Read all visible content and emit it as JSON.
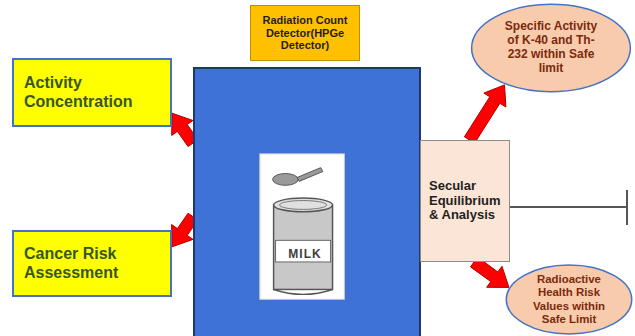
{
  "diagram": {
    "nodes": [
      {
        "text": [
          "Activity Concentration"
        ]
      },
      {
        "text": [
          "Radiation Count Detector(HPGe Detector)"
        ]
      },
      {
        "text": [
          "Specific Activity of K-40 and Th-232 within Safe limit"
        ]
      },
      {
        "text": [
          "MILK"
        ]
      },
      {
        "text": [
          "Secular Equilibrium & Analysis"
        ]
      },
      {
        "text": [
          "Cancer Risk Assessment"
        ]
      },
      {
        "text": [
          "Radioactive Health Risk Values within Safe Limit"
        ]
      }
    ],
    "edges": [
      {
        "from": 3,
        "to": 0,
        "arrow": "to"
      },
      {
        "from": 3,
        "to": 5,
        "arrow": "to"
      },
      {
        "from": 4,
        "to": 2,
        "arrow": "to"
      },
      {
        "from": 4,
        "to": 6,
        "arrow": "to"
      }
    ]
  }
}
